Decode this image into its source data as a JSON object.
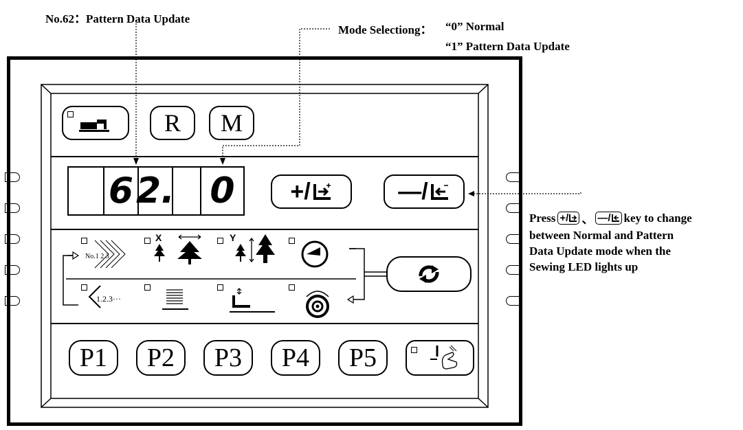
{
  "annotations": {
    "param_note": "No.62：Pattern Data Update",
    "mode_title": "Mode Selectiong：",
    "mode_0": "“0” Normal",
    "mode_1": "“1” Pattern Data Update",
    "press_note": {
      "press": "Press",
      "key_plus": "+/",
      "sep": "、",
      "key_minus": "—/",
      "after": "key to change",
      "line2": "between Normal and Pattern",
      "line3": "Data Update mode when the",
      "line4": "Sewing LED lights up"
    }
  },
  "panel": {
    "top_keys": {
      "r_label": "R",
      "m_label": "M"
    },
    "display": {
      "digits": [
        "",
        "6",
        "2.",
        "",
        "0"
      ]
    },
    "plus_key": "+/",
    "minus_key": "—/",
    "mode_icons": {
      "row1": [
        "pattern-sequence-icon",
        "x-scale-tree-icon",
        "y-scale-tree-icon",
        "timer-knob-icon"
      ],
      "row2": [
        "order-1-2-3-icon",
        "stitch-lines-icon",
        "presser-foot-icon",
        "counter-dial-icon"
      ],
      "row1_labels": {
        "seq": "No.1 2 3",
        "x": "X",
        "y": "Y"
      },
      "row2_labels": {
        "order": "1.2.3···"
      }
    },
    "p_keys": [
      "P1",
      "P2",
      "P3",
      "P4",
      "P5"
    ]
  },
  "colors": {
    "ink": "#000000",
    "background": "#ffffff"
  }
}
